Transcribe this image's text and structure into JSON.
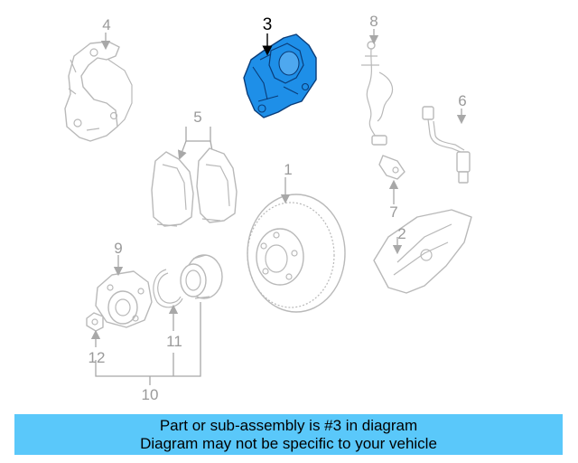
{
  "callouts": {
    "c1": "1",
    "c2": "2",
    "c3": "3",
    "c4": "4",
    "c5": "5",
    "c6": "6",
    "c7": "7",
    "c8": "8",
    "c9": "9",
    "c10": "10",
    "c11": "11",
    "c12": "12"
  },
  "highlight": {
    "color": "#1e8fe8",
    "part": "3"
  },
  "banner": {
    "line1": "Part or sub-assembly is #3 in diagram",
    "line2": "Diagram may not be specific to your vehicle",
    "color": "#5ac8fa"
  }
}
